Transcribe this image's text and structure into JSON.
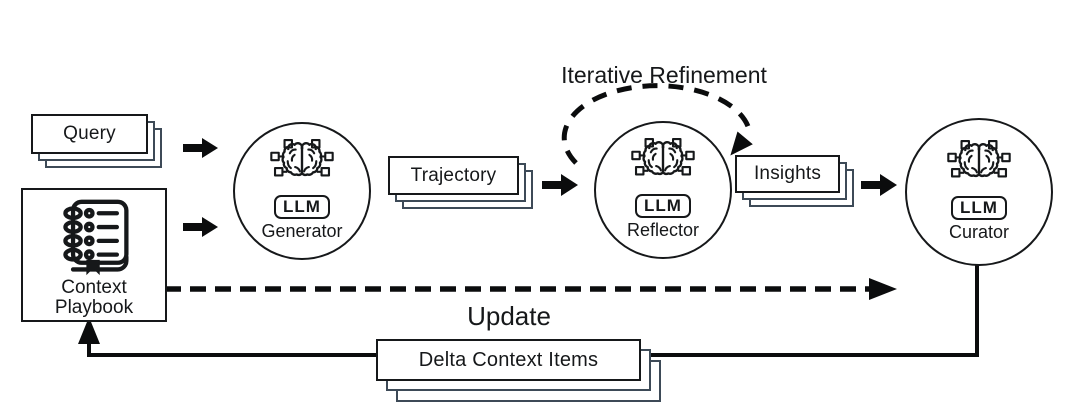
{
  "canvas": {
    "background": "#ffffff"
  },
  "flow": {
    "query": {
      "label": "Query"
    },
    "context_playbook": {
      "label_line1": "Context",
      "label_line2": "Playbook"
    },
    "generator": {
      "badge": "LLM",
      "label": "Generator"
    },
    "trajectory": {
      "label": "Trajectory"
    },
    "reflector": {
      "badge": "LLM",
      "label": "Reflector"
    },
    "insights": {
      "label": "Insights"
    },
    "curator": {
      "badge": "LLM",
      "label": "Curator"
    },
    "delta_context_items": {
      "label": "Delta Context Items"
    },
    "annotations": {
      "iterative_refinement": "Iterative Refinement",
      "update": "Update"
    }
  },
  "icons": {
    "brain": "llm-brain-chip-icon",
    "notebook": "notebook-icon"
  },
  "colors": {
    "line": "#16181a",
    "stack_shadow_border": "#3d4a57",
    "background": "#ffffff"
  }
}
